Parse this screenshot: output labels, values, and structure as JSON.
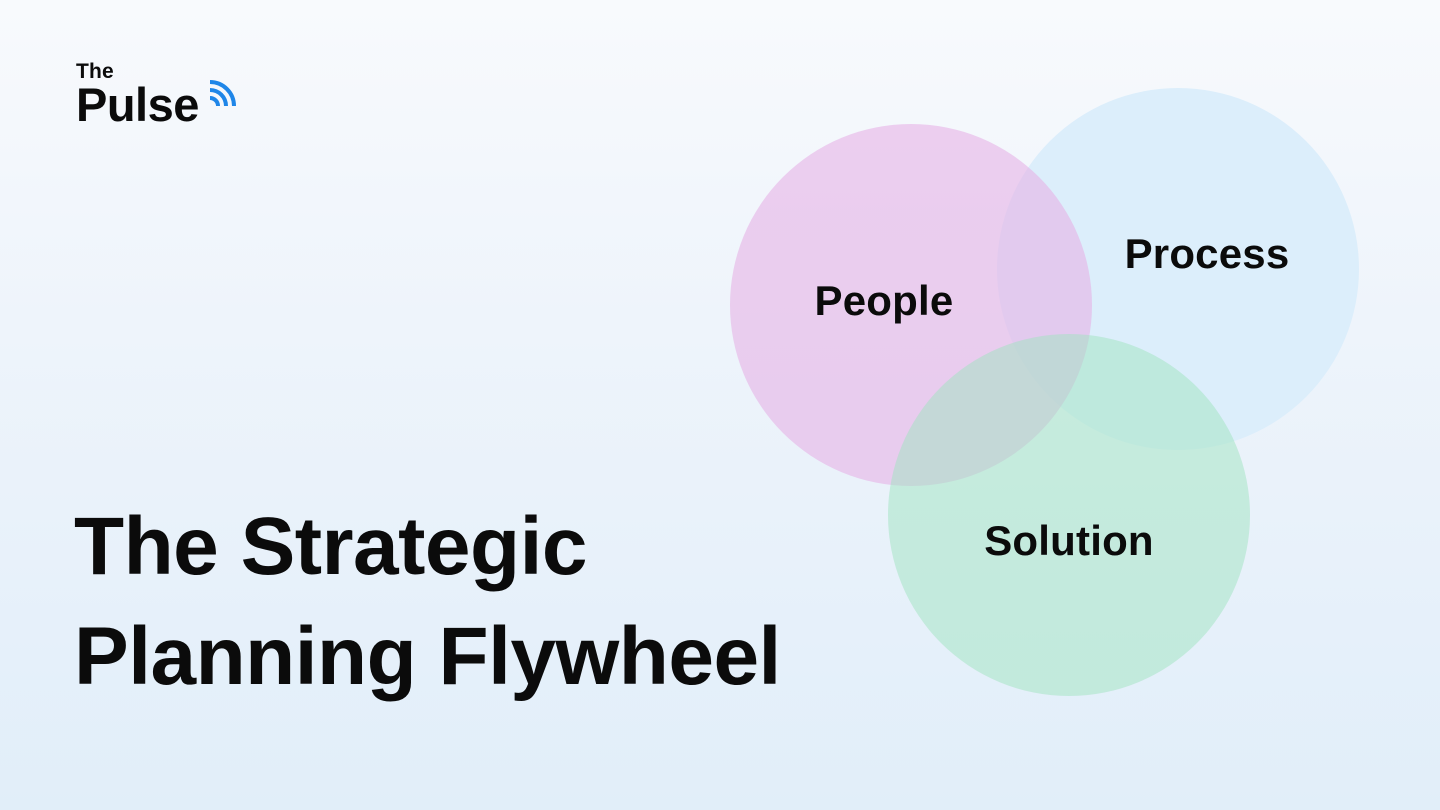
{
  "logo": {
    "small_text": "The",
    "big_text": "Pulse",
    "wave_color": "#1f86e8"
  },
  "headline": {
    "line1": "The Strategic",
    "line2": "Planning Flywheel"
  },
  "venn": {
    "circles": [
      {
        "label": "People",
        "color": "#f0cdef"
      },
      {
        "label": "Process",
        "color": "#dceefb"
      },
      {
        "label": "Solution",
        "color": "#c9f3dc"
      }
    ]
  }
}
